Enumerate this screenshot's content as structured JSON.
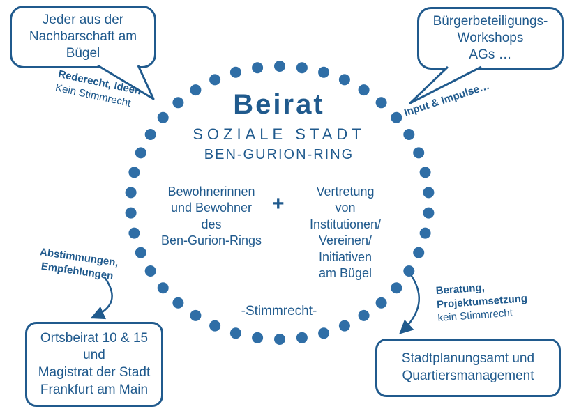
{
  "colors": {
    "blue": "#205a8d",
    "dot": "#2f6ea6"
  },
  "circle": {
    "title": "Beirat",
    "subtitle_line1": "SOZIALE STADT",
    "subtitle_line2": "BEN-GURION-RING",
    "left_group": "Bewohnerinnen\nund Bewohner\ndes\nBen-Gurion-Rings",
    "plus": "+",
    "right_group": "Vertretung\nvon\nInstitutionen/\nVereinen/\nInitiativen\nam Bügel",
    "voting_note": "-Stimmrecht-"
  },
  "speech_bubbles": {
    "top_left": "Jeder aus der\nNachbarschaft am\nBügel",
    "top_right": "Bürgerbeteiligungs-\nWorkshops\nAGs …"
  },
  "annotations": {
    "top_left": {
      "bold": "Rederecht, Ideen",
      "regular": "Kein Stimmrecht"
    },
    "top_right": {
      "bold": "Input & Impulse…"
    },
    "bottom_left": {
      "bold": "Abstimmungen,\nEmpfehlungen"
    },
    "bottom_right": {
      "bold": "Beratung,\nProjektumsetzung",
      "regular": "kein Stimmrecht"
    }
  },
  "boxes": {
    "bottom_left": "Ortsbeirat 10 & 15\nund\nMagistrat der Stadt\nFrankfurt am Main",
    "bottom_right": "Stadtplanungsamt und\nQuartiersmanagement"
  }
}
